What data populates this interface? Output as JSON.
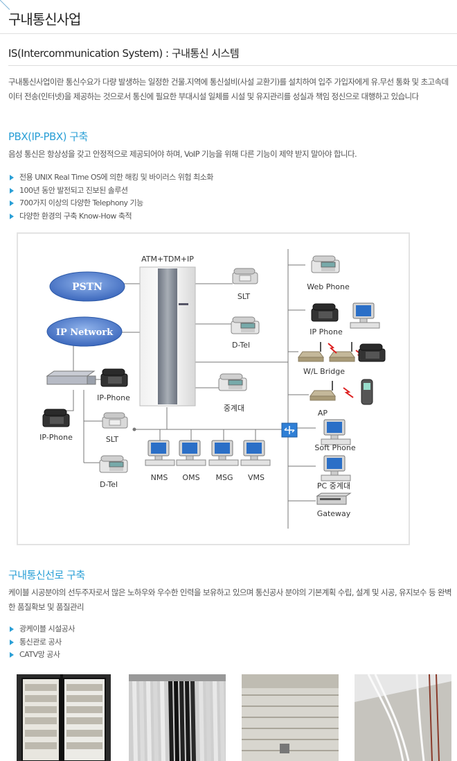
{
  "page": {
    "title": "구내통신사업",
    "subtitle": "IS(Intercommunication System) : 구내통신 시스템",
    "intro": "구내통신사업이란 통신수요가 다량 발생하는 일정한 건물.지역에 통신설비(사설 교환기)를 설치하여 입주 가입자에게 유.무선 통화 및 초고속데이터 전송(인터넷)을 제공하는 것으로서 통신에 필요한 부대시설 일체를 시설 및 유지관리를 성실과 책임 정신으로 대행하고 있습니다"
  },
  "pbx": {
    "heading": "PBX(IP-PBX) 구축",
    "desc": "음성 통신은 항상성을 갖고 안정적으로 제공되어야 하며, VoIP 기능을 위해 다른 기능이 제약 받지 말아야 합니다.",
    "bullets": [
      "전용 UNIX Real Time OS에 의한 해킹 및 바이러스 위험 최소화",
      "100년 동안 발전되고 진보된 솔루션",
      "700가지 이상의 다양한 Telephony 기능",
      "다양한 환경의 구축 Know-How 축적"
    ]
  },
  "diagram": {
    "pstn": "PSTN",
    "ip_network": "IP Network",
    "server": "ATM+TDM+IP",
    "slt": "SLT",
    "dtel": "D-Tel",
    "console": "중계대",
    "ip_phone_right": "IP-Phone",
    "ip_phone_left": "IP-Phone",
    "slt_left": "SLT",
    "dtel_left": "D-Tel",
    "nms": "NMS",
    "oms": "OMS",
    "msg": "MSG",
    "vms": "VMS",
    "web_phone": "Web Phone",
    "ip_phone": "IP Phone",
    "wl_bridge": "W/L Bridge",
    "ap": "AP",
    "soft_phone": "Soft Phone",
    "pc_console": "PC 중계대",
    "gateway": "Gateway"
  },
  "cabling": {
    "heading": "구내통신선로 구축",
    "desc": "케이블 시공분야의 선두주자로서 많은 노하우와 우수한 인력을 보유하고 있으며 통신공사 분야의 기본계획 수립, 설계 및 시공, 유지보수 등 완벽한 품질확보 및 품질관리",
    "bullets": [
      "광케이블 시설공사",
      "통신관로 공사",
      "CATV망 공사"
    ]
  },
  "colors": {
    "accent": "#2a9fd6",
    "cloud": "#4a78c8"
  }
}
